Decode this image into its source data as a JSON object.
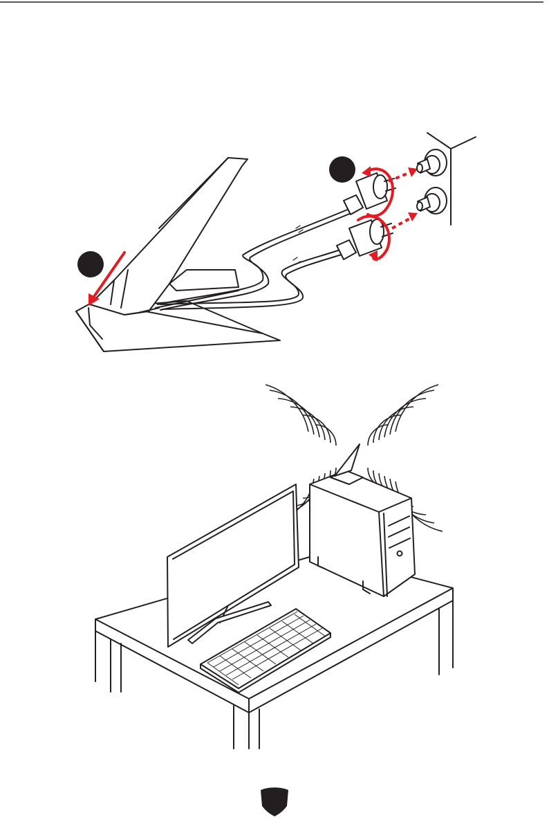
{
  "page": {
    "header_rule": "",
    "illustration_step1": "antenna-installation",
    "illustration_step2": "antenna-placement",
    "footer_badge": "msi-shield-logo"
  },
  "colors": {
    "accent": "#e31b23",
    "line": "#231f20",
    "badge": "#231f20"
  },
  "step_markers": [
    {
      "icon": "step-circle-1"
    },
    {
      "icon": "step-circle-2"
    }
  ]
}
